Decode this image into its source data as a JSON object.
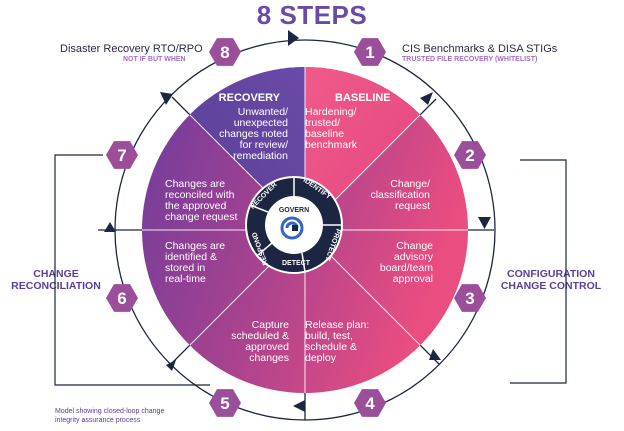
{
  "title": "8 STEPS",
  "top_left": {
    "main": "Disaster Recovery RTO/RPO",
    "sub": "NOT IF BUT WHEN"
  },
  "top_right": {
    "main": "CIS Benchmarks & DISA STIGs",
    "sub": "TRUSTED FILE RECOVERY (WHITELIST)"
  },
  "left_side": [
    "CHANGE",
    "RECONCILIATION"
  ],
  "right_side": [
    "CONFIGURATION",
    "CHANGE CONTROL"
  ],
  "footnote": [
    "Model showing closed-loop change",
    "integrity assurance process"
  ],
  "center": {
    "label": "GOVERN",
    "ring": [
      "IDENTIFY",
      "PROTECT",
      "DETECT",
      "RESPOND",
      "RECOVER"
    ]
  },
  "badges": [
    "1",
    "2",
    "3",
    "4",
    "5",
    "6",
    "7",
    "8"
  ],
  "segments": {
    "baseline": {
      "title": "BASELINE",
      "lines": [
        "Hardening/",
        "trusted/",
        "baseline",
        "benchmark"
      ]
    },
    "recovery": {
      "title": "RECOVERY",
      "lines": [
        "Unwanted/",
        "unexpected",
        "changes noted",
        "for review/",
        "remediation"
      ]
    },
    "s2": [
      "Change/",
      "classification",
      "request"
    ],
    "s3": [
      "Change",
      "advisory",
      "board/team",
      "approval"
    ],
    "s4": [
      "Release plan:",
      "build, test,",
      "schedule &",
      "deploy"
    ],
    "s5": [
      "Capture",
      "scheduled &",
      "approved",
      "changes"
    ],
    "s6": [
      "Changes are",
      "identified &",
      "stored in",
      "real-time"
    ],
    "s7": [
      "Changes are",
      "reconciled with",
      "the approved",
      "change request"
    ]
  },
  "colors": {
    "accent": "#6a4aa6",
    "badge": "#9b4e9a",
    "pink": "#e3457f",
    "purple_dark": "#5a3f98",
    "magenta": "#b8428f",
    "circle_line": "#1c2541"
  }
}
